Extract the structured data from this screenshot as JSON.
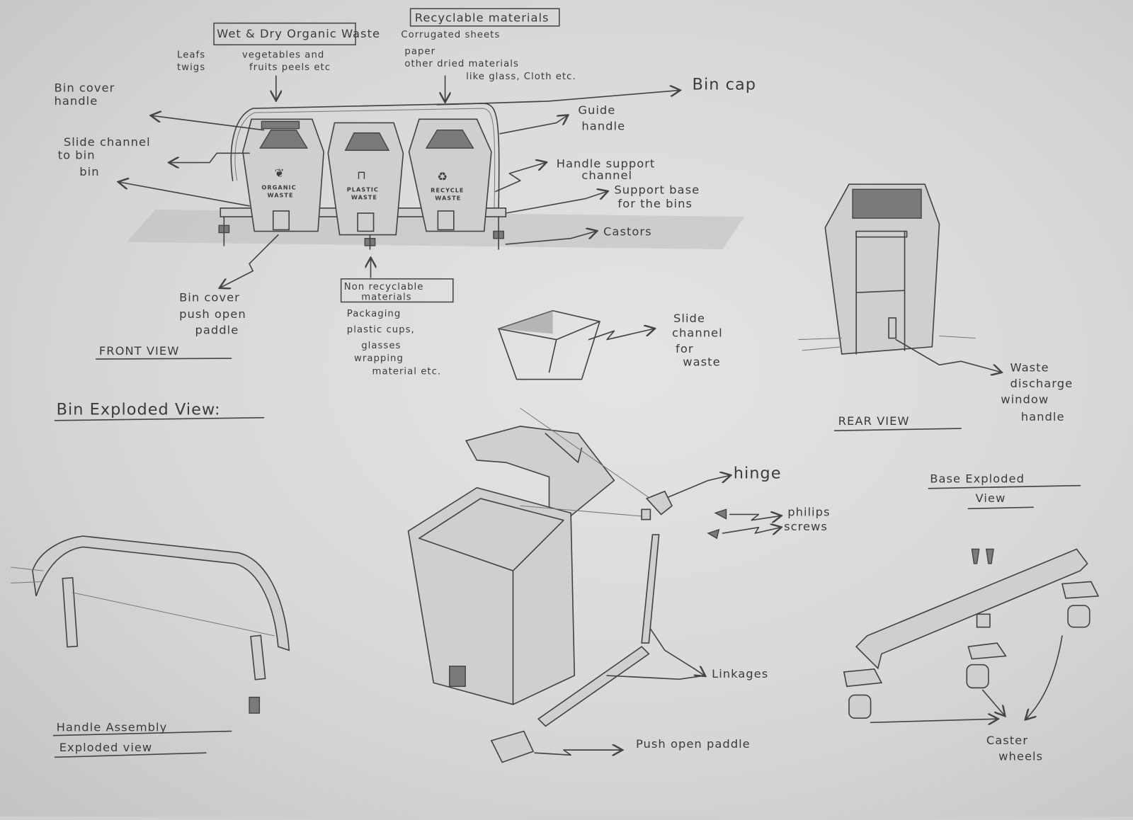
{
  "front_view": {
    "title": "FRONT VIEW",
    "organic_box": "Wet & Dry Organic Waste",
    "organic_items": [
      "Leafs",
      "twigs",
      "vegetables and",
      "fruits peels etc"
    ],
    "recyclable_box": "Recyclable materials",
    "recyclable_items": [
      "Corrugated sheets",
      "paper",
      "other dried materials",
      "like glass, Cloth etc."
    ],
    "nonrecyclable_box": [
      "Non recyclable",
      "materials"
    ],
    "nonrecyclable_items": [
      "Packaging",
      "plastic cups,",
      "glasses",
      "wrapping",
      "material etc."
    ],
    "labels": {
      "bin_cover_handle": [
        "Bin cover",
        "handle"
      ],
      "slide_channel_to_bin": [
        "Slide channel",
        "to bin"
      ],
      "bin": "bin",
      "bin_cap": "Bin cap",
      "guide_handle": [
        "Guide",
        "handle"
      ],
      "handle_support_channel": [
        "Handle support",
        "channel"
      ],
      "support_base": [
        "Support base",
        "for the bins"
      ],
      "castors": "Castors",
      "push_open_paddle": [
        "Bin cover",
        "push open",
        "paddle"
      ]
    },
    "bins": [
      {
        "line1": "ORGANIC",
        "line2": "WASTE",
        "icon": "leaf-icon"
      },
      {
        "line1": "PLASTIC",
        "line2": "WASTE",
        "icon": "plastic-bag-icon"
      },
      {
        "line1": "RECYCLE",
        "line2": "WASTE",
        "icon": "recycle-icon"
      }
    ]
  },
  "slide_channel": {
    "label": [
      "Slide",
      "channel",
      "for",
      "waste"
    ]
  },
  "rear_view": {
    "title": "REAR VIEW",
    "label": [
      "Waste",
      "discharge",
      "window",
      "handle"
    ]
  },
  "bin_exploded": {
    "title": "Bin Exploded View:",
    "hinge": "hinge",
    "screws": [
      "philips",
      "screws"
    ],
    "linkages": "Linkages",
    "paddle": "Push open paddle"
  },
  "handle_assembly": {
    "title": [
      "Handle Assembly",
      "Exploded view"
    ]
  },
  "base_exploded": {
    "title": [
      "Base Exploded",
      "View"
    ],
    "caster": [
      "Caster",
      "wheels"
    ]
  }
}
